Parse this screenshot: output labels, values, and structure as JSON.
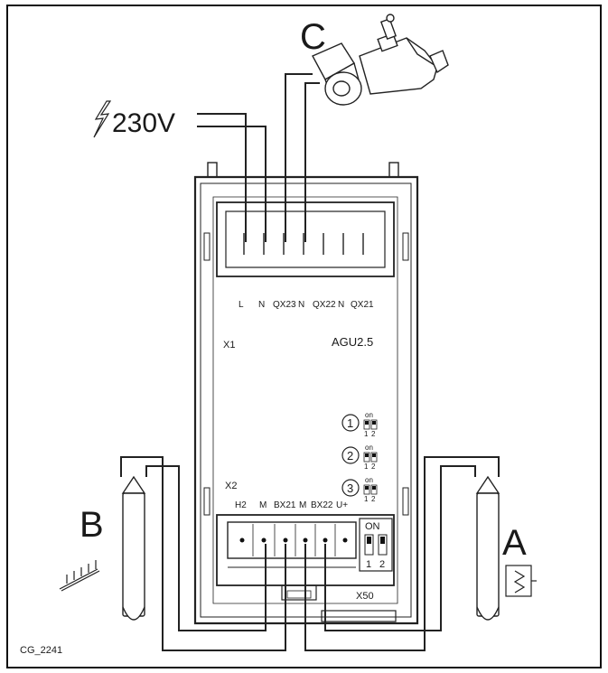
{
  "voltage_label": "230V",
  "labels": {
    "pump": "C",
    "sensor_b": "B",
    "sensor_a": "A",
    "x1": "X1",
    "x2": "X2",
    "x50": "X50",
    "module": "AGU2.5",
    "footer_code": "CG_2241"
  },
  "terminals_top": [
    "L",
    "N",
    "QX23",
    "N",
    "QX22",
    "N",
    "QX21"
  ],
  "terminals_bottom": [
    "H2",
    "M",
    "BX21",
    "M",
    "BX22",
    "U+"
  ],
  "dip_switch_options": [
    {
      "number": "1",
      "on_label": "on",
      "switch_1": "1",
      "switch_2": "2"
    },
    {
      "number": "2",
      "on_label": "on",
      "switch_1": "1",
      "switch_2": "2"
    },
    {
      "number": "3",
      "on_label": "on",
      "switch_1": "1",
      "switch_2": "2"
    }
  ],
  "x50_switch": {
    "on_label": "ON",
    "switch_1": "1",
    "switch_2": "2"
  }
}
